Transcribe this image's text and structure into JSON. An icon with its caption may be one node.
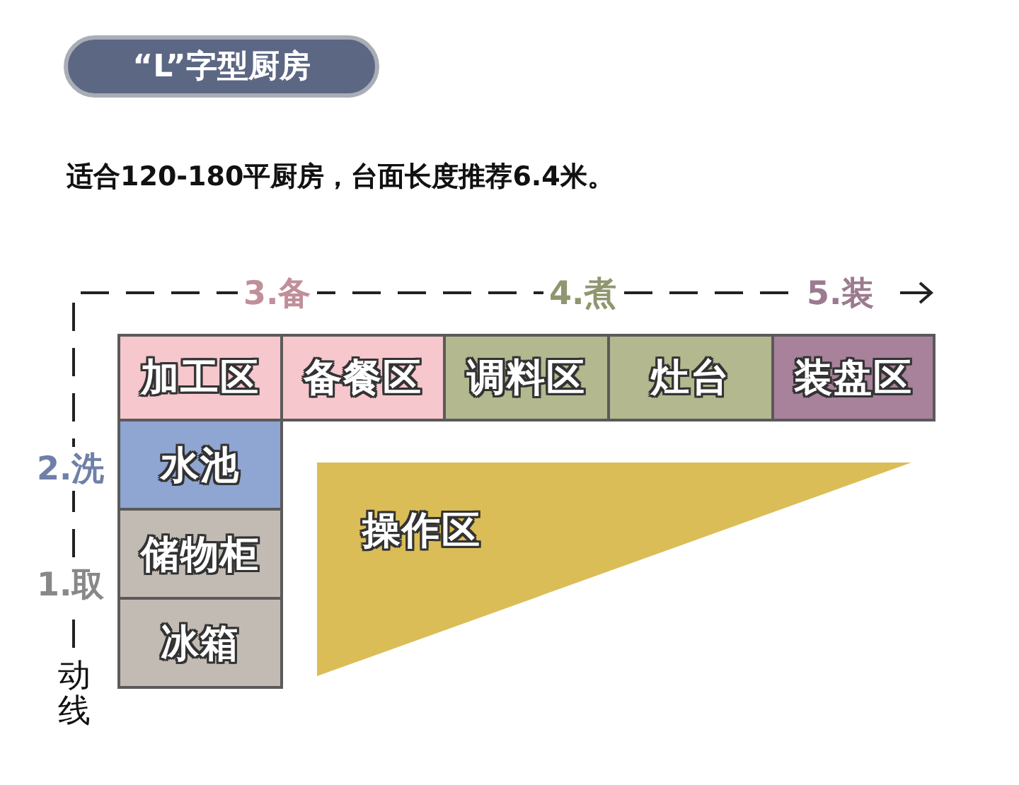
{
  "diagram": {
    "nodes": [
      {
        "text": [
          "“L”字型厨房"
        ]
      },
      {
        "text": [
          "加工区"
        ]
      },
      {
        "text": [
          "备餐区"
        ]
      },
      {
        "text": [
          "调料区"
        ]
      },
      {
        "text": [
          "灶台"
        ]
      },
      {
        "text": [
          "装盘区"
        ]
      },
      {
        "text": [
          "水池"
        ]
      },
      {
        "text": [
          "储物柜"
        ]
      },
      {
        "text": [
          "冰箱"
        ]
      },
      {
        "text": [
          "操作区"
        ]
      }
    ],
    "labels": [
      "适合120-180平厨房，台面长度推荐6.4米。",
      "3.备",
      "4.煮",
      "5.装",
      "2.洗",
      "1.取",
      "动线"
    ]
  }
}
